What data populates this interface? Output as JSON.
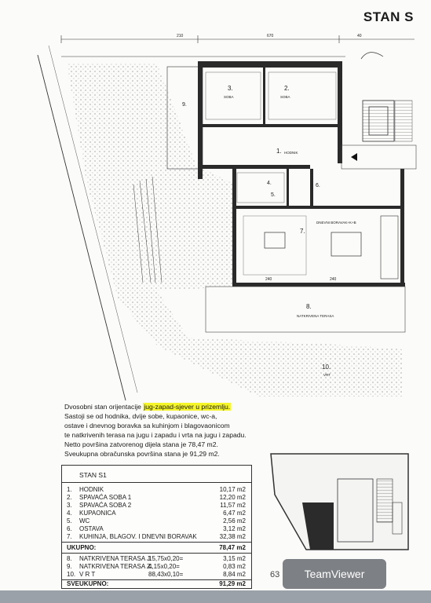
{
  "header": {
    "title": "STAN S"
  },
  "plan": {
    "room_labels": {
      "r1": "1.",
      "r2": "2.",
      "r3": "3.",
      "r4": "4.",
      "r5": "5.",
      "r6": "6.",
      "r7": "7.",
      "r8": "8.",
      "r9": "9.",
      "r10": "10."
    },
    "room_names": {
      "hodnik": "HODNIK",
      "soba": "SOBA",
      "dnevni": "DNEVNI BORAVAK+K+B",
      "terasa_8": "NATKRIVENA TERASA",
      "vrt": "VRT"
    },
    "dimensions": {
      "d_top_left": "210",
      "d_top_mid": "670",
      "d_top_right": "40",
      "d_bottom_a": "240",
      "d_bottom_b": "240"
    }
  },
  "description": {
    "line1_prefix": "Dvosobni stan orijentacije ",
    "line1_highlight": "jug-zapad-sjever u prizemlju.",
    "line2": "Sastoji se od hodnika, dvije sobe, kupaonice, wc-a,",
    "line3": "ostave i dnevnog boravka sa kuhinjom i blagovaonicom",
    "line4": "te natkrivenih terasa na jugu i zapadu i vrta na jugu i zapadu.",
    "line5": "Netto površina zatvorenog dijela stana je 78,47 m2.",
    "line6": "Sveukupna obračunska površina stana je 91,29 m2."
  },
  "table": {
    "title": "STAN S1",
    "rows": [
      {
        "num": "1.",
        "name": "HODNIK",
        "value": "10,17 m2"
      },
      {
        "num": "2.",
        "name": "SPAVAĆA SOBA 1",
        "value": "12,20 m2"
      },
      {
        "num": "3.",
        "name": "SPAVAĆA SOBA 2",
        "value": "11,57 m2"
      },
      {
        "num": "4.",
        "name": "KUPAONICA",
        "value": "6,47 m2"
      },
      {
        "num": "5.",
        "name": "WC",
        "value": "2,56 m2"
      },
      {
        "num": "6.",
        "name": "OSTAVA",
        "value": "3,12 m2"
      },
      {
        "num": "7.",
        "name": "KUHINJA, BLAGOV. I DNEVNI BORAVAK",
        "value": "32,38 m2"
      }
    ],
    "ukupno_label": "UKUPNO:",
    "ukupno_value": "78,47 m2",
    "extra_rows": [
      {
        "num": "8.",
        "name": "NATKRIVENA TERASA J.",
        "calc": "15,75x0,20=",
        "value": "3,15 m2"
      },
      {
        "num": "9.",
        "name": "NATKRIVENA TERASA Z.",
        "calc": "4,15x0,20=",
        "value": "0,83 m2"
      },
      {
        "num": "10.",
        "name": "V R T",
        "calc": "88,43x0,10=",
        "value": "8,84 m2"
      }
    ],
    "sveukupno_label": "SVEUKUPNO:",
    "sveukupno_value": "91,29 m2"
  },
  "stamp": "63",
  "overlay": {
    "label": "TeamViewer"
  }
}
